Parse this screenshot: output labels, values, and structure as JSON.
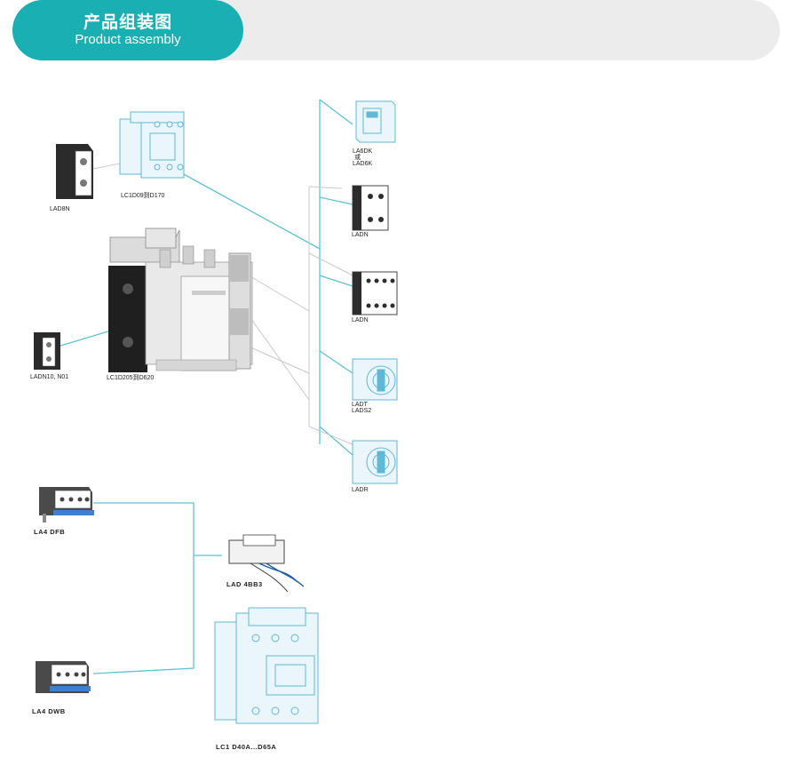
{
  "header": {
    "title_cn": "产品组装图",
    "title_en": "Product assembly",
    "accent_color": "#1ab0b3"
  },
  "labels": {
    "lad8n": "LAD8N",
    "lc1d09": "LC1D09到D170",
    "ladn10": "LADN10, N01",
    "lc1d205": "LC1D205到D620",
    "lad6k_1": "LA6DK",
    "lad6k_2": "或",
    "lad6k_3": "LAD6K",
    "ladn_a": "LADN",
    "ladn_b": "LADN",
    "ladt_1": "LADT",
    "ladt_2": "LADS2",
    "ladr": "LADR",
    "la4dfb": "LA4 DFB",
    "lad4bb3": "LAD 4BB3",
    "la4dwb": "LA4 DWB",
    "lc1d40a": "LC1 D40A...D65A"
  }
}
